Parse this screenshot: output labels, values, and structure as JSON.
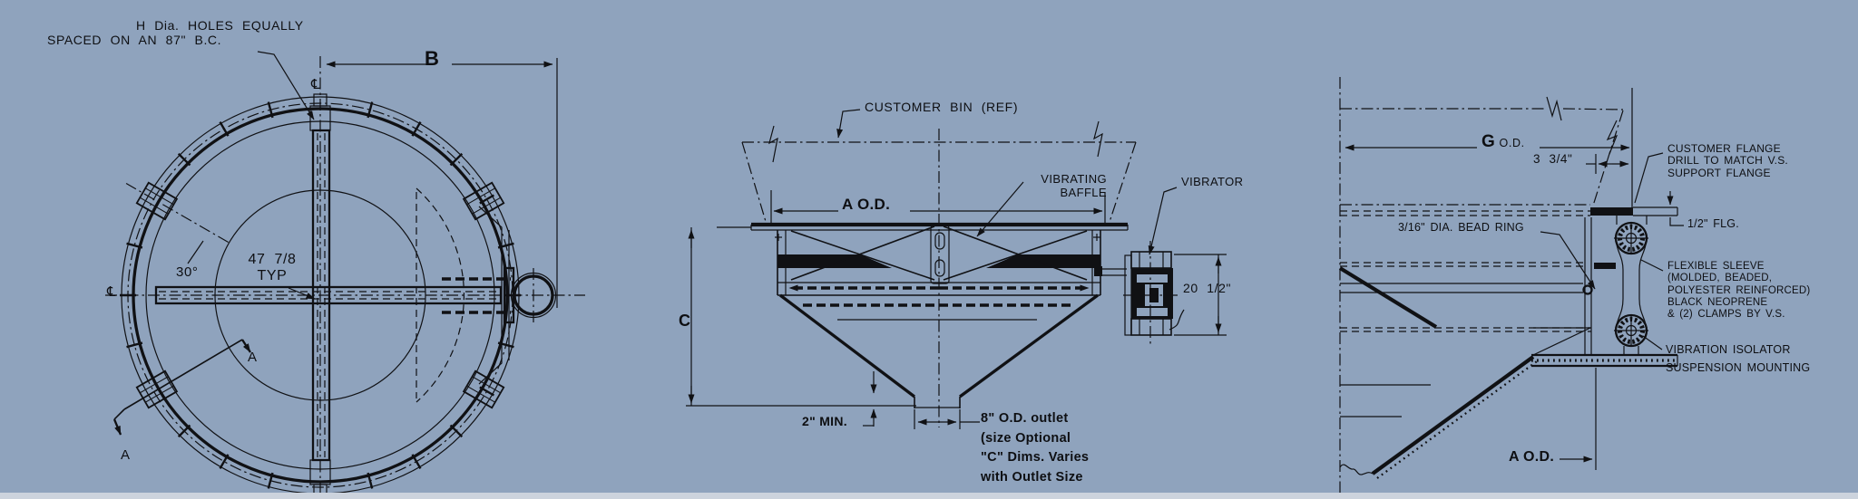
{
  "colors": {
    "background": "#8fa3bd",
    "line": "#101114",
    "paper_edge": "#ccd3dd"
  },
  "plan_view": {
    "holes_note_line1": "H Dia. HOLES EQUALLY",
    "holes_note_line2": "SPACED ON AN 87\" B.C.",
    "dim_b": "B",
    "centerline_top": "℄",
    "centerline_left": "℄",
    "angle_dim": "30°",
    "bolt_spacing_dim_line1": "47 7/8",
    "bolt_spacing_dim_line2": "TYP",
    "section_label_upper": "A",
    "section_label_lower": "A"
  },
  "section_view": {
    "customer_bin_note": "CUSTOMER BIN (REF)",
    "aod_dim": "A O.D.",
    "vibrating_baffle_line1": "VIBRATING",
    "vibrating_baffle_line2": "BAFFLE",
    "vibrator_note": "VIBRATOR",
    "vibrator_height_dim": "20 1/2\"",
    "c_dim": "C",
    "clearance_dim": "2\" MIN.",
    "outlet_note_line1": "8\" O.D. outlet",
    "outlet_note_line2": "(size Optional",
    "outlet_note_line3": "\"C\" Dims. Varies",
    "outlet_note_line4": "with Outlet Size"
  },
  "detail_view": {
    "god_dim_letter": "G",
    "god_dim_suffix": "O.D.",
    "flange_offset_dim": "3 3/4\"",
    "customer_flange_note_line1": "CUSTOMER FLANGE",
    "customer_flange_note_line2": "DRILL TO MATCH V.S.",
    "customer_flange_note_line3": "SUPPORT FLANGE",
    "flange_thickness_dim": "1/2\" FLG.",
    "bead_ring_note": "3/16\" DIA. BEAD RING",
    "flexible_sleeve_note_line1": "FLEXIBLE SLEEVE",
    "flexible_sleeve_note_line2": "(MOLDED, BEADED,",
    "flexible_sleeve_note_line3": "POLYESTER REINFORCED)",
    "flexible_sleeve_note_line4": "BLACK NEOPRENE",
    "flexible_sleeve_note_line5": "& (2) CLAMPS BY V.S.",
    "isolator_note_line1": "VIBRATION ISOLATOR",
    "isolator_note_line2": "SUSPENSION MOUNTING",
    "aod_dim": "A O.D."
  }
}
